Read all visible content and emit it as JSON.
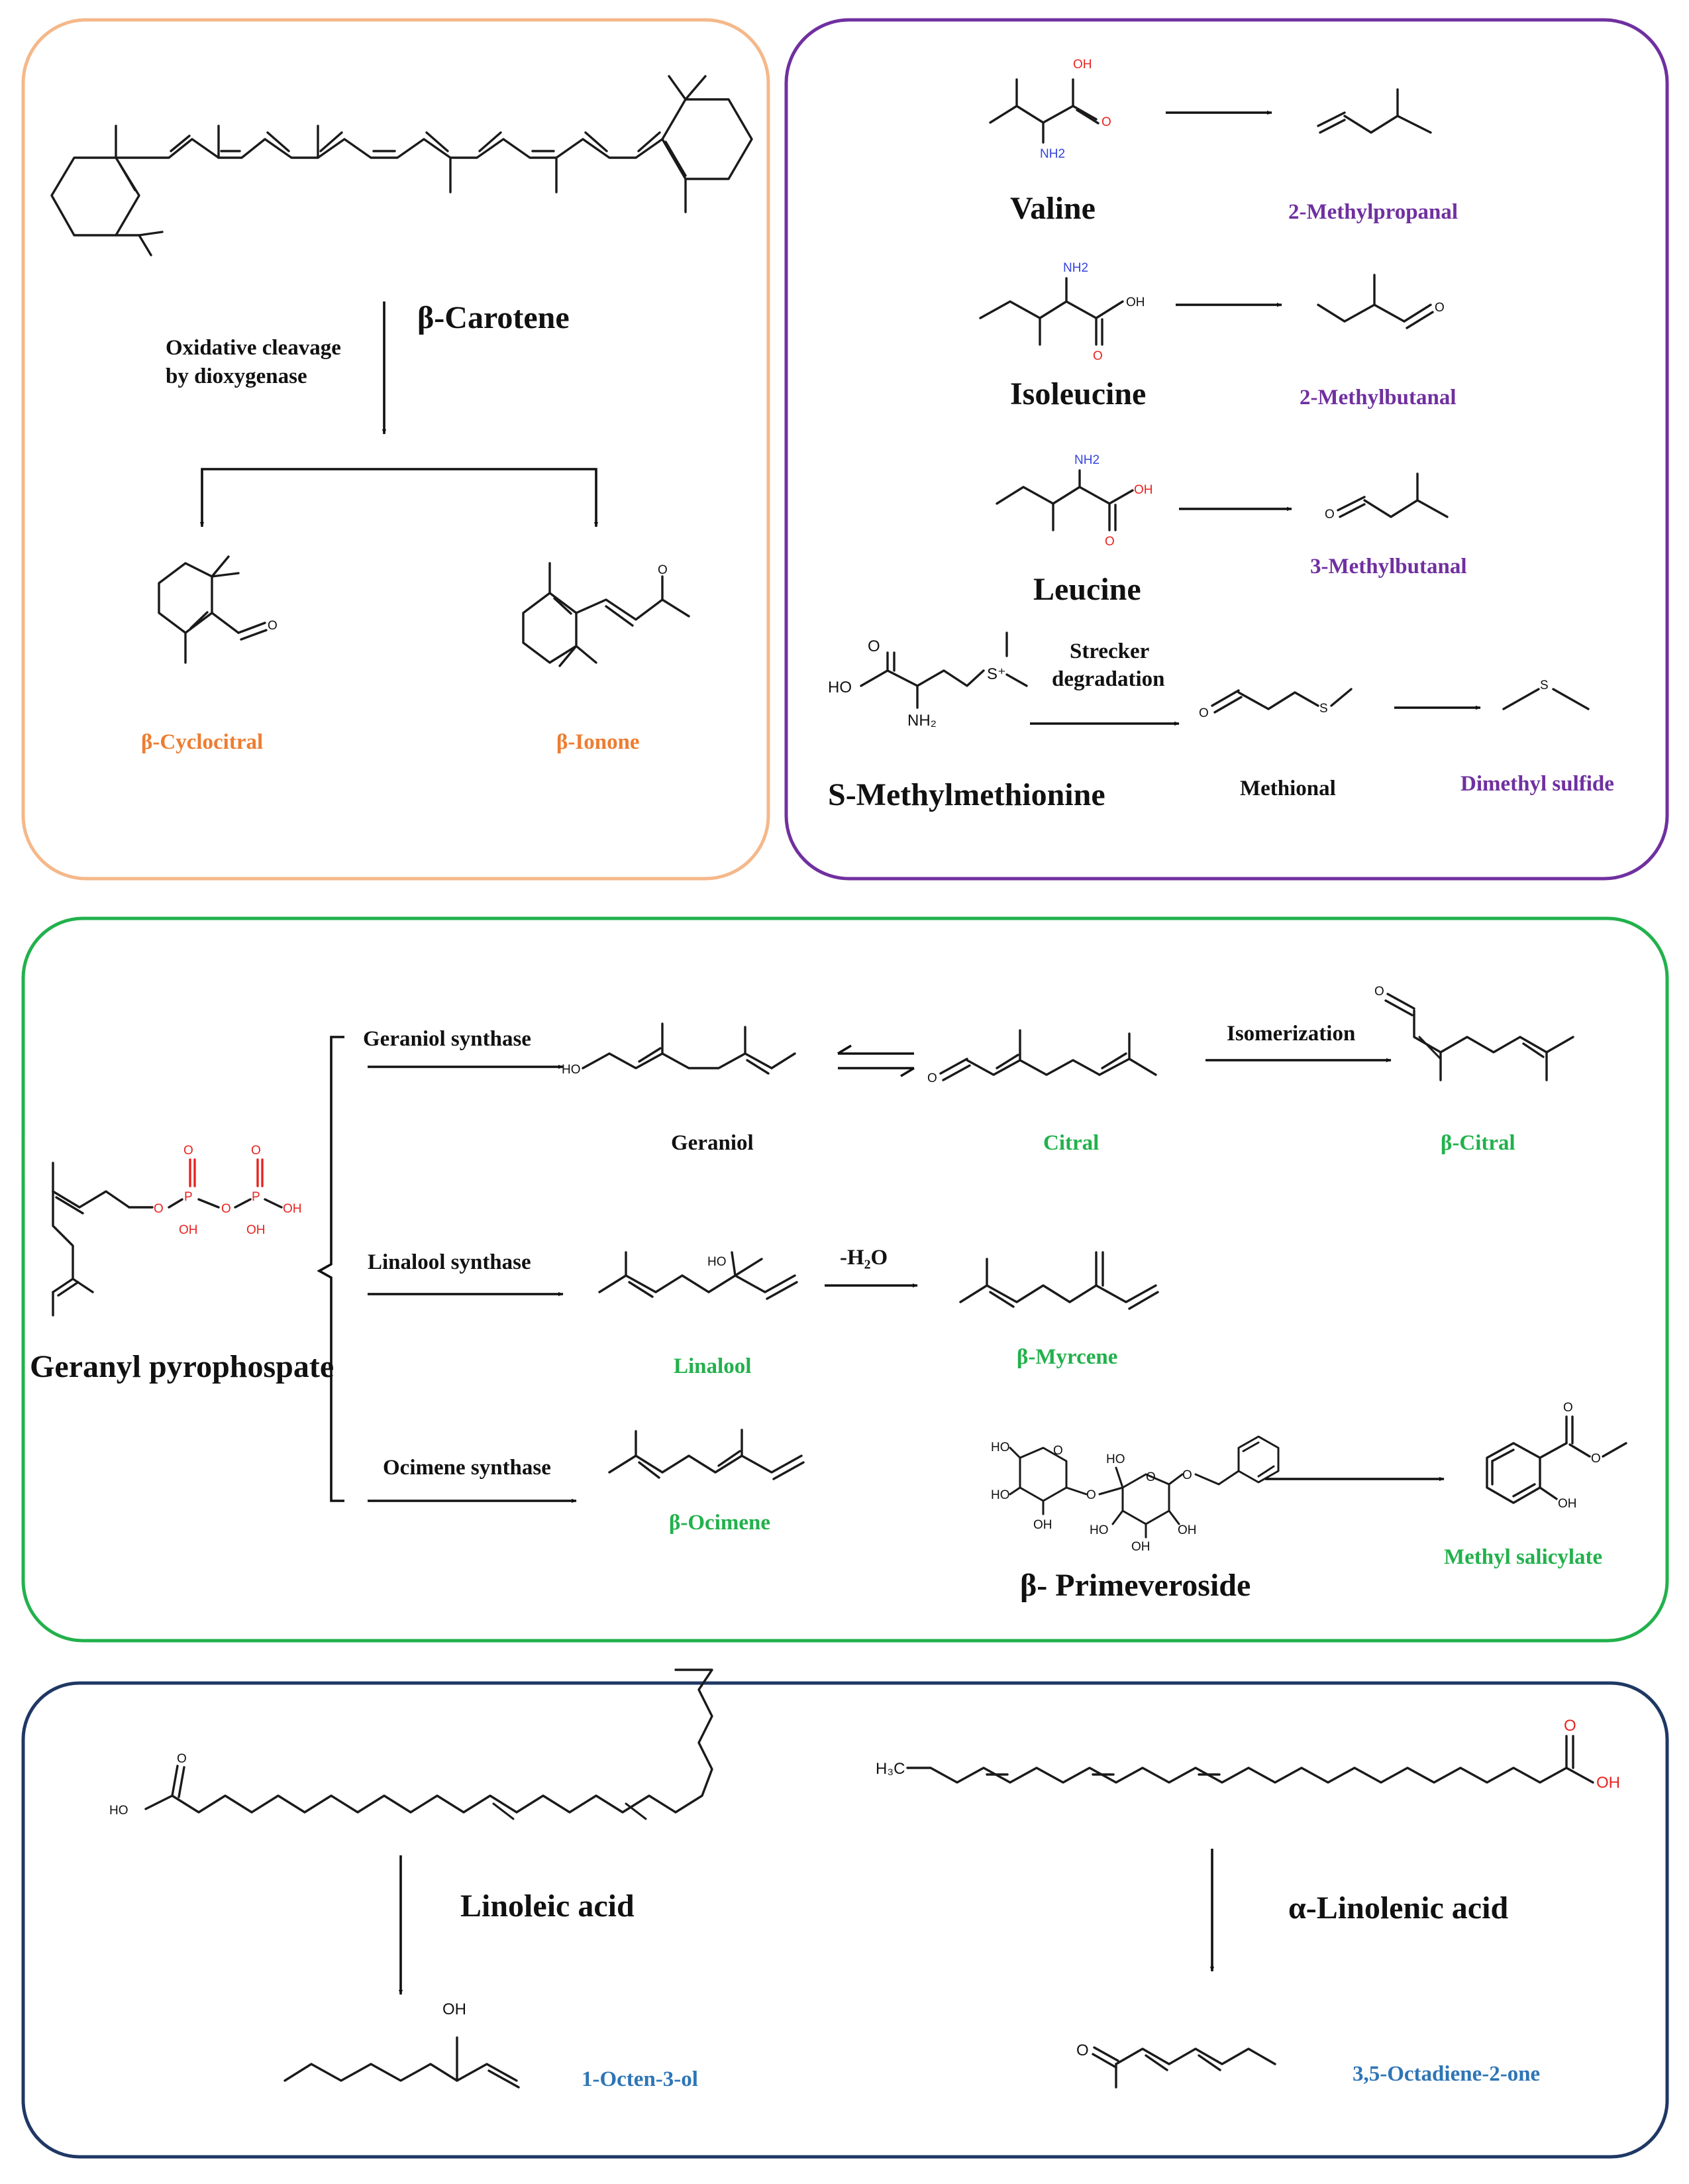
{
  "colors": {
    "carotenoid_panel": "#F5B88A",
    "amino_acid_panel": "#7030A0",
    "terpenoid_panel": "#22B14C",
    "fatty_acid_panel": "#1F3864",
    "carotenoid_product": "#ED7D31",
    "amino_acid_product": "#7030A0",
    "terpenoid_product": "#22B14C",
    "fatty_acid_product": "#2E75B6",
    "heteroatom_oxygen": "#E8231F",
    "heteroatom_nitrogen": "#3344DD"
  },
  "carotenoid": {
    "precursor": "β-Carotene",
    "step": [
      "Oxidative cleavage",
      "by dioxygenase"
    ],
    "products": [
      "β-Cyclocitral",
      "β-Ionone"
    ]
  },
  "amino_acids": {
    "valine": {
      "precursor": "Valine",
      "product": "2-Methylpropanal"
    },
    "isoleucine": {
      "precursor": "Isoleucine",
      "product": "2-Methylbutanal"
    },
    "leucine": {
      "precursor": "Leucine",
      "product": "3-Methylbutanal"
    },
    "smm": {
      "precursor": "S-Methylmethionine",
      "step": [
        "Strecker",
        "degradation"
      ],
      "intermediate": "Methional",
      "product": "Dimethyl sulfide"
    }
  },
  "terpenoids": {
    "precursor": "Geranyl pyrophospate",
    "geraniol_branch": {
      "enzyme": "Geraniol synthase",
      "product": "Geraniol",
      "next": "Citral",
      "step": "Isomerization",
      "final": "β-Citral"
    },
    "linalool_branch": {
      "enzyme": "Linalool synthase",
      "product": "Linalool",
      "step": "-H₂O",
      "final": "β-Myrcene"
    },
    "ocimene_branch": {
      "enzyme": "Ocimene synthase",
      "product": "β-Ocimene"
    },
    "glycoside": {
      "precursor": "β- Primeveroside",
      "product": "Methyl salicylate"
    }
  },
  "fatty_acids": {
    "linoleic": {
      "precursor": "Linoleic acid",
      "product": "1-Octen-3-ol"
    },
    "linolenic": {
      "precursor": "α-Linolenic acid",
      "product": "3,5-Octadiene-2-one"
    }
  },
  "atoms": {
    "oh": "OH",
    "o": "O",
    "ho": "HO",
    "nh2": "NH2",
    "nh2_sub": "NH₂",
    "s": "S",
    "s_plus": "S⁺",
    "p": "P",
    "h3c": "H₃C"
  }
}
